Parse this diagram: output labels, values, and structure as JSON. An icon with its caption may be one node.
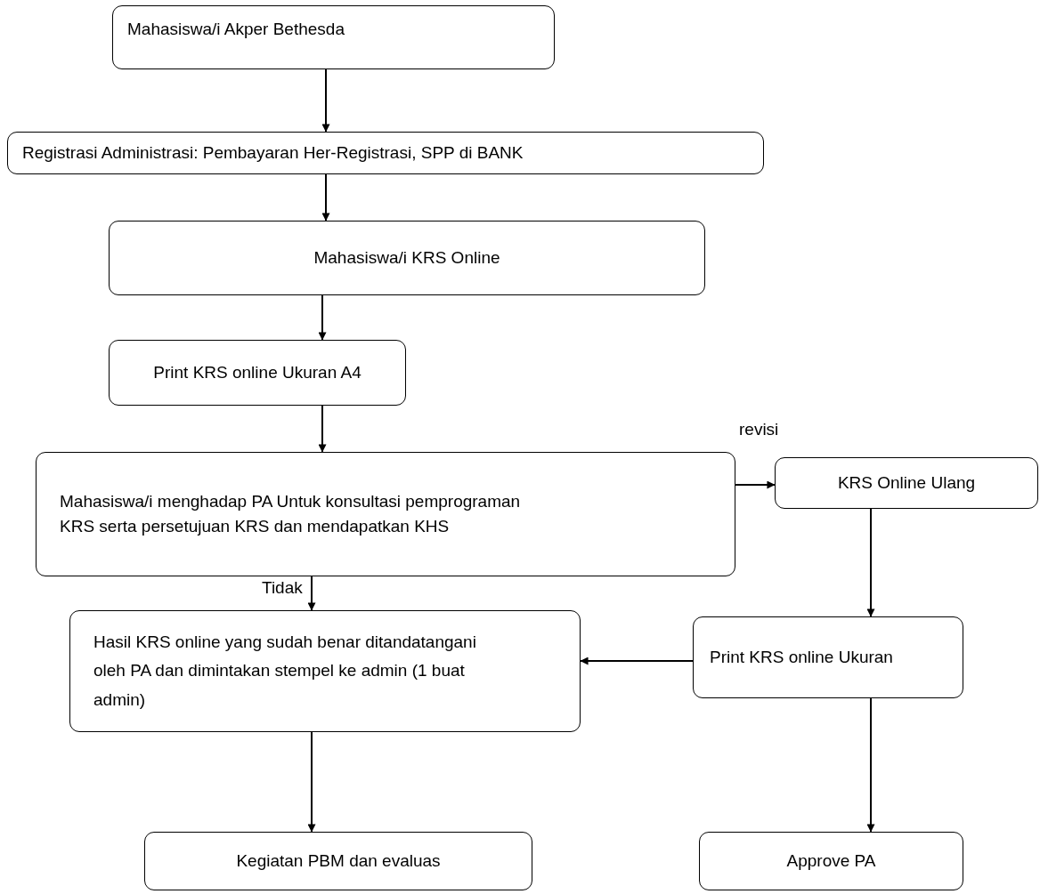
{
  "diagram": {
    "nodes": [
      {
        "text": [
          "Mahasiswa/i  Akper Bethesda"
        ]
      },
      {
        "text": [
          "Registrasi Administrasi: Pembayaran Her-Registrasi, SPP di BANK"
        ]
      },
      {
        "text": [
          "Mahasiswa/i KRS Online"
        ]
      },
      {
        "text": [
          "Print KRS online Ukuran A4"
        ]
      },
      {
        "text": [
          "Mahasiswa/i menghadap PA Untuk konsultasi pemprograman KRS serta persetujuan KRS dan mendapatkan KHS"
        ]
      },
      {
        "text": [
          "KRS Online Ulang"
        ]
      },
      {
        "text": [
          "Hasil KRS online yang sudah benar ditandatangani oleh PA dan dimintakan stempel ke admin (1 buat admin)"
        ]
      },
      {
        "text": [
          "Print KRS online Ukuran"
        ]
      },
      {
        "text": [
          "Kegiatan PBM dan evaluas"
        ]
      },
      {
        "text": [
          "Approve PA"
        ]
      }
    ],
    "edges": [
      {
        "from": 0,
        "to": 1,
        "arrow": "to"
      },
      {
        "from": 1,
        "to": 2,
        "arrow": "to"
      },
      {
        "from": 2,
        "to": 3,
        "arrow": "to"
      },
      {
        "from": 3,
        "to": 4,
        "arrow": "to"
      },
      {
        "from": 4,
        "to": 5,
        "arrow": "to",
        "label": "revisi"
      },
      {
        "from": 4,
        "to": 6,
        "arrow": "to",
        "label": "Tidak"
      },
      {
        "from": 5,
        "to": 7,
        "arrow": "to"
      },
      {
        "from": 7,
        "to": 6,
        "arrow": "to"
      },
      {
        "from": 6,
        "to": 8,
        "arrow": "to"
      },
      {
        "from": 7,
        "to": 9,
        "arrow": "to"
      }
    ]
  }
}
